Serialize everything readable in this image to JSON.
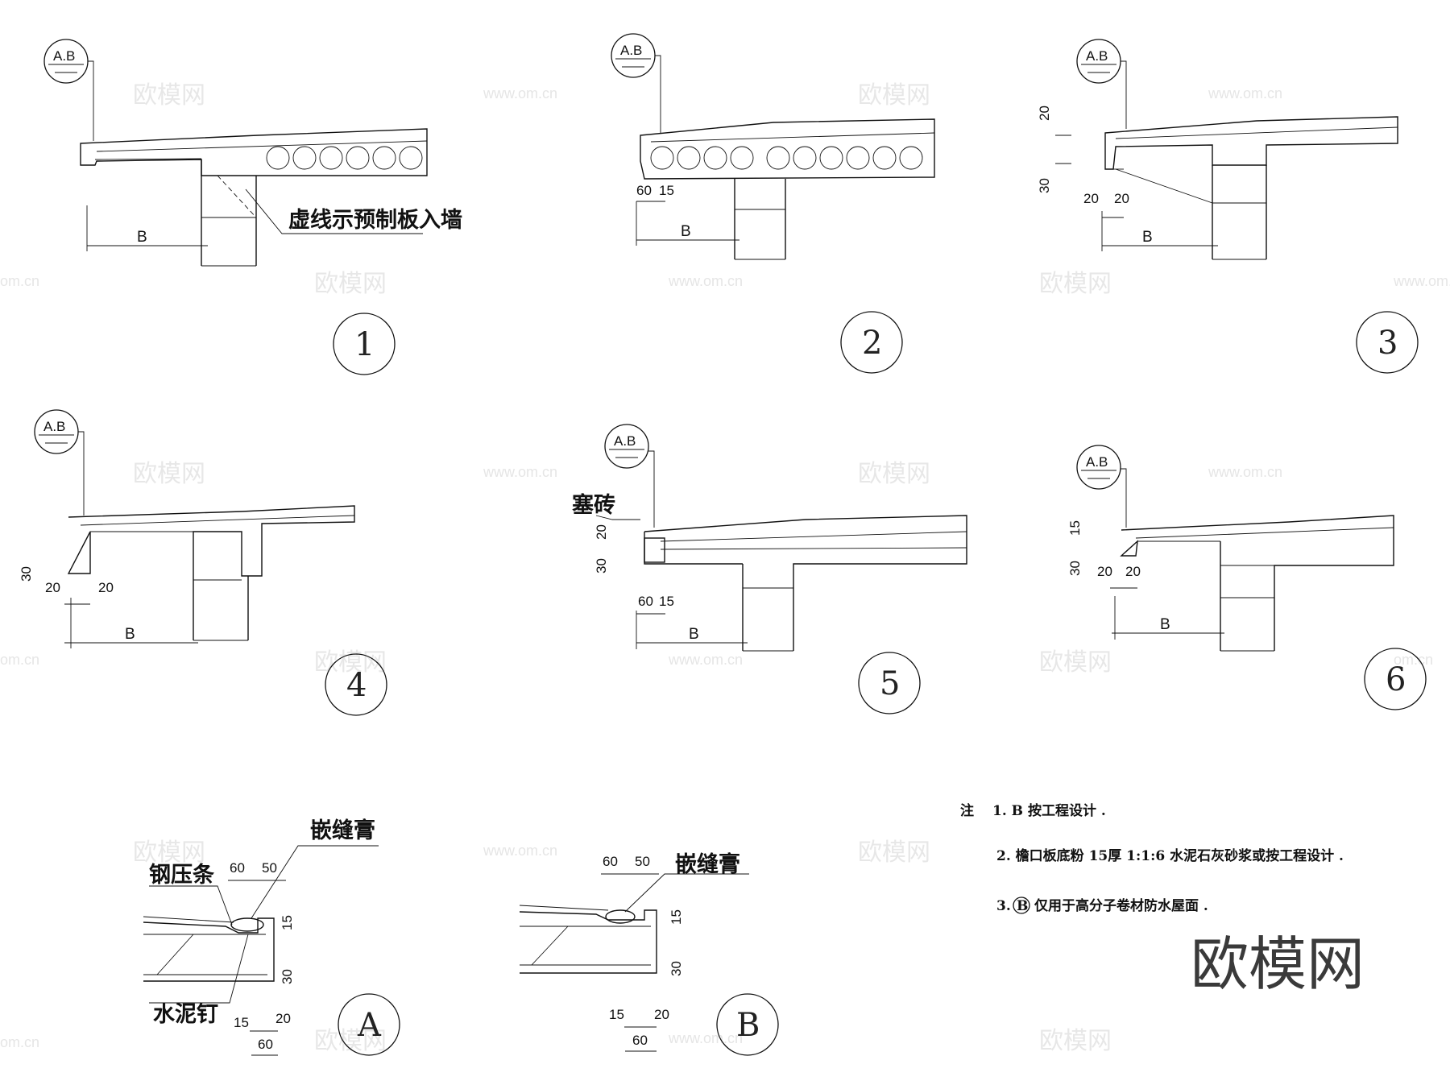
{
  "details": [
    {
      "number": "1",
      "ref_top": "A.B",
      "b": "B",
      "note": "虚线示预制板入墙"
    },
    {
      "number": "2",
      "ref_top": "A.B",
      "b": "B",
      "d1": "60",
      "d2": "15"
    },
    {
      "number": "3",
      "ref_top": "A.B",
      "b": "B",
      "d1": "20",
      "d2": "30",
      "d3": "20",
      "d4": "20"
    },
    {
      "number": "4",
      "ref_top": "A.B",
      "b": "B",
      "d1": "30",
      "d2": "20",
      "d3": "20"
    },
    {
      "number": "5",
      "ref_top": "A.B",
      "b": "B",
      "d1": "20",
      "d2": "30",
      "d3": "60",
      "d4": "15",
      "note": "塞砖"
    },
    {
      "number": "6",
      "ref_top": "A.B",
      "b": "B",
      "d1": "15",
      "d2": "30",
      "d3": "20",
      "d4": "20"
    }
  ],
  "detail_a": {
    "number": "A",
    "label_sealant": "嵌缝膏",
    "label_strip": "钢压条",
    "label_nail": "水泥钉",
    "d60": "60",
    "d50": "50",
    "d15": "15",
    "d30": "30",
    "d15b": "15",
    "d20": "20",
    "d60b": "60"
  },
  "detail_b": {
    "number": "B",
    "label_sealant": "嵌缝膏",
    "d60": "60",
    "d50": "50",
    "d15": "15",
    "d30": "30",
    "d15b": "15",
    "d20": "20",
    "d60b": "60"
  },
  "notes": {
    "prefix": "注",
    "n1": "1. B  按工程设计  .",
    "n2": "2. 檐口板底粉  15厚 1:1:6  水泥石灰砂浆或按工程设计      .",
    "n3_num": "3.",
    "n3_circle": "B",
    "n3_text": "仅用于高分子卷材防水屋面       ."
  },
  "watermark": {
    "brand": "欧模网",
    "url": "www.om.cn",
    "url_short": "om.cn"
  }
}
